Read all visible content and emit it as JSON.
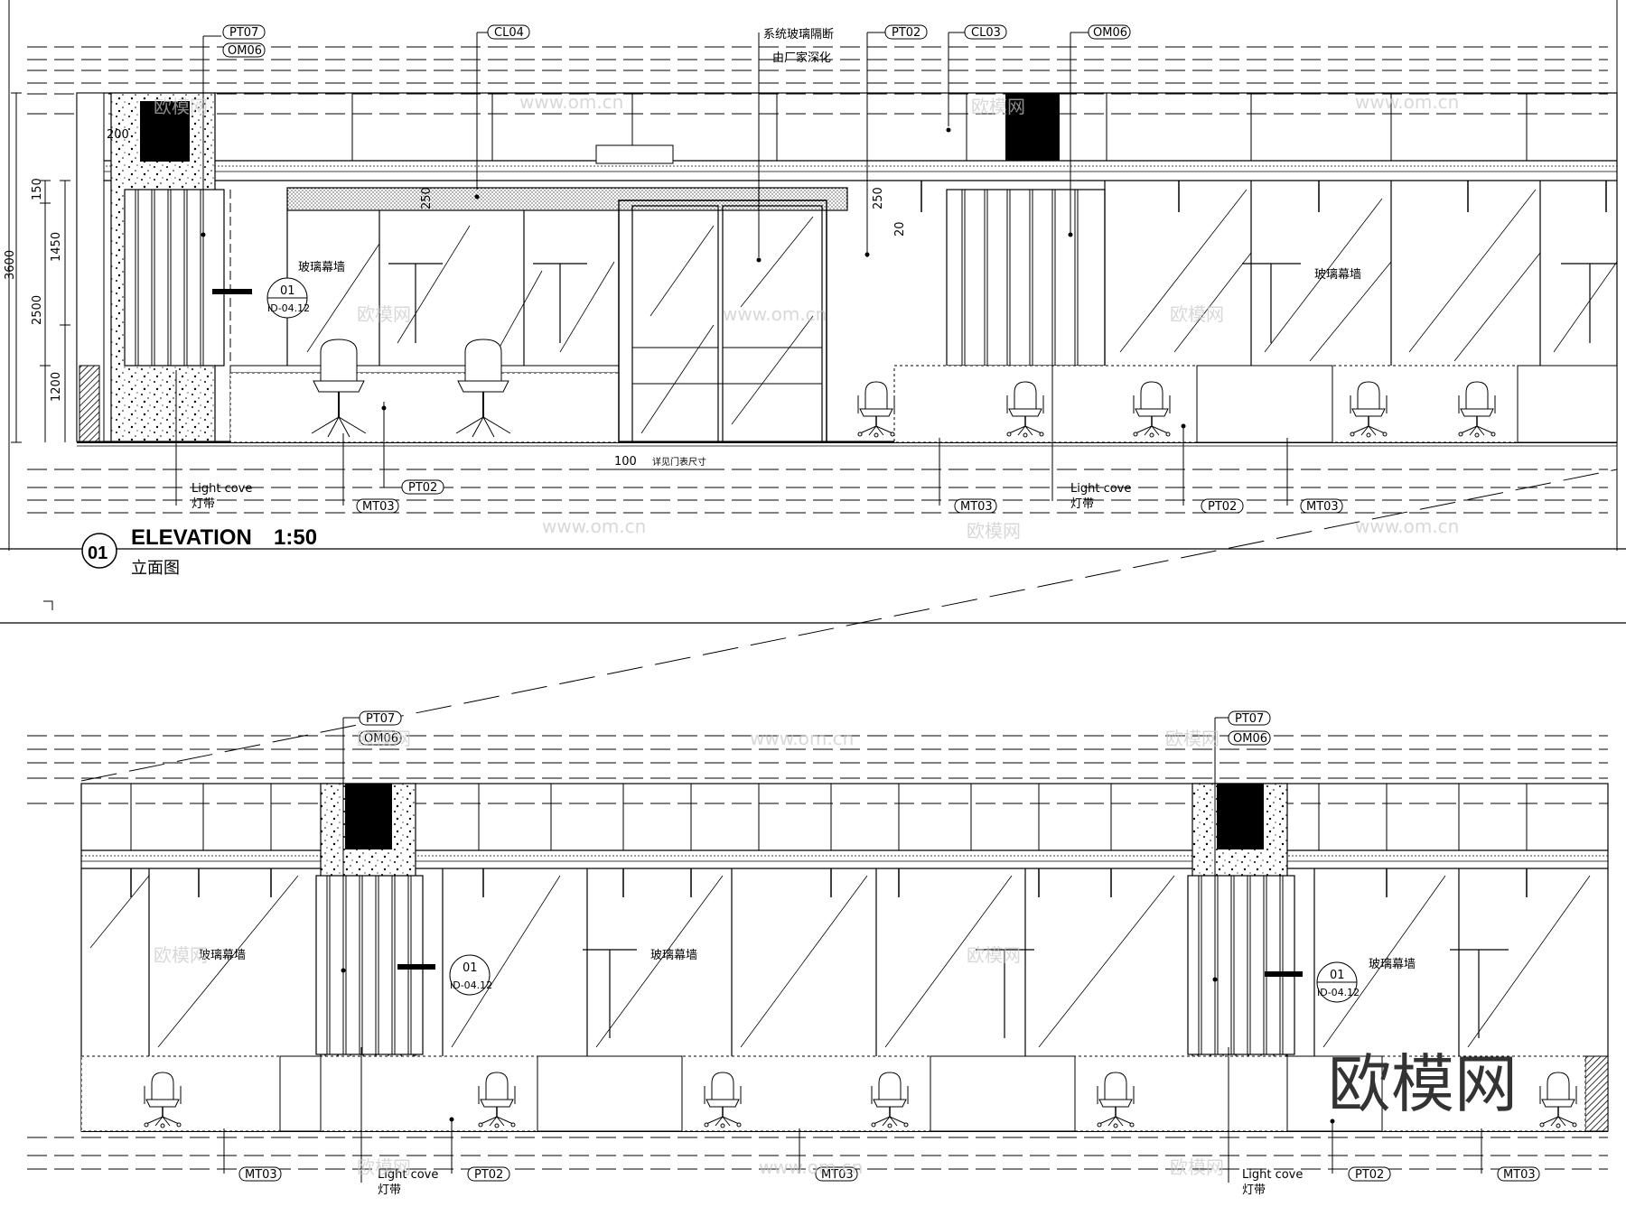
{
  "drawing": {
    "title": "ELEVATION",
    "scale": "1:50",
    "subtitle": "立面图",
    "ref_number": "01",
    "dimensions": [
      "3600",
      "150",
      "1450",
      "2500",
      "1200",
      "200",
      "250",
      "250",
      "20",
      "100"
    ],
    "door_note": "详见门表尺寸",
    "glass_partition_note_1": "系统玻璃隔断",
    "glass_partition_note_2": "由厂家深化",
    "glass_wall_label": "玻璃幕墙",
    "detail_callout_top": "01",
    "detail_callout_bottom": "ID-04.12",
    "light_cove_en": "Light cove",
    "light_cove_cn": "灯带",
    "watermark_url": "www.om.cn",
    "watermark_cn": "欧模网"
  },
  "tags": {
    "pt07": "PT07",
    "om06": "OM06",
    "cl04": "CL04",
    "pt02": "PT02",
    "cl03": "CL03",
    "mt03": "MT03"
  }
}
